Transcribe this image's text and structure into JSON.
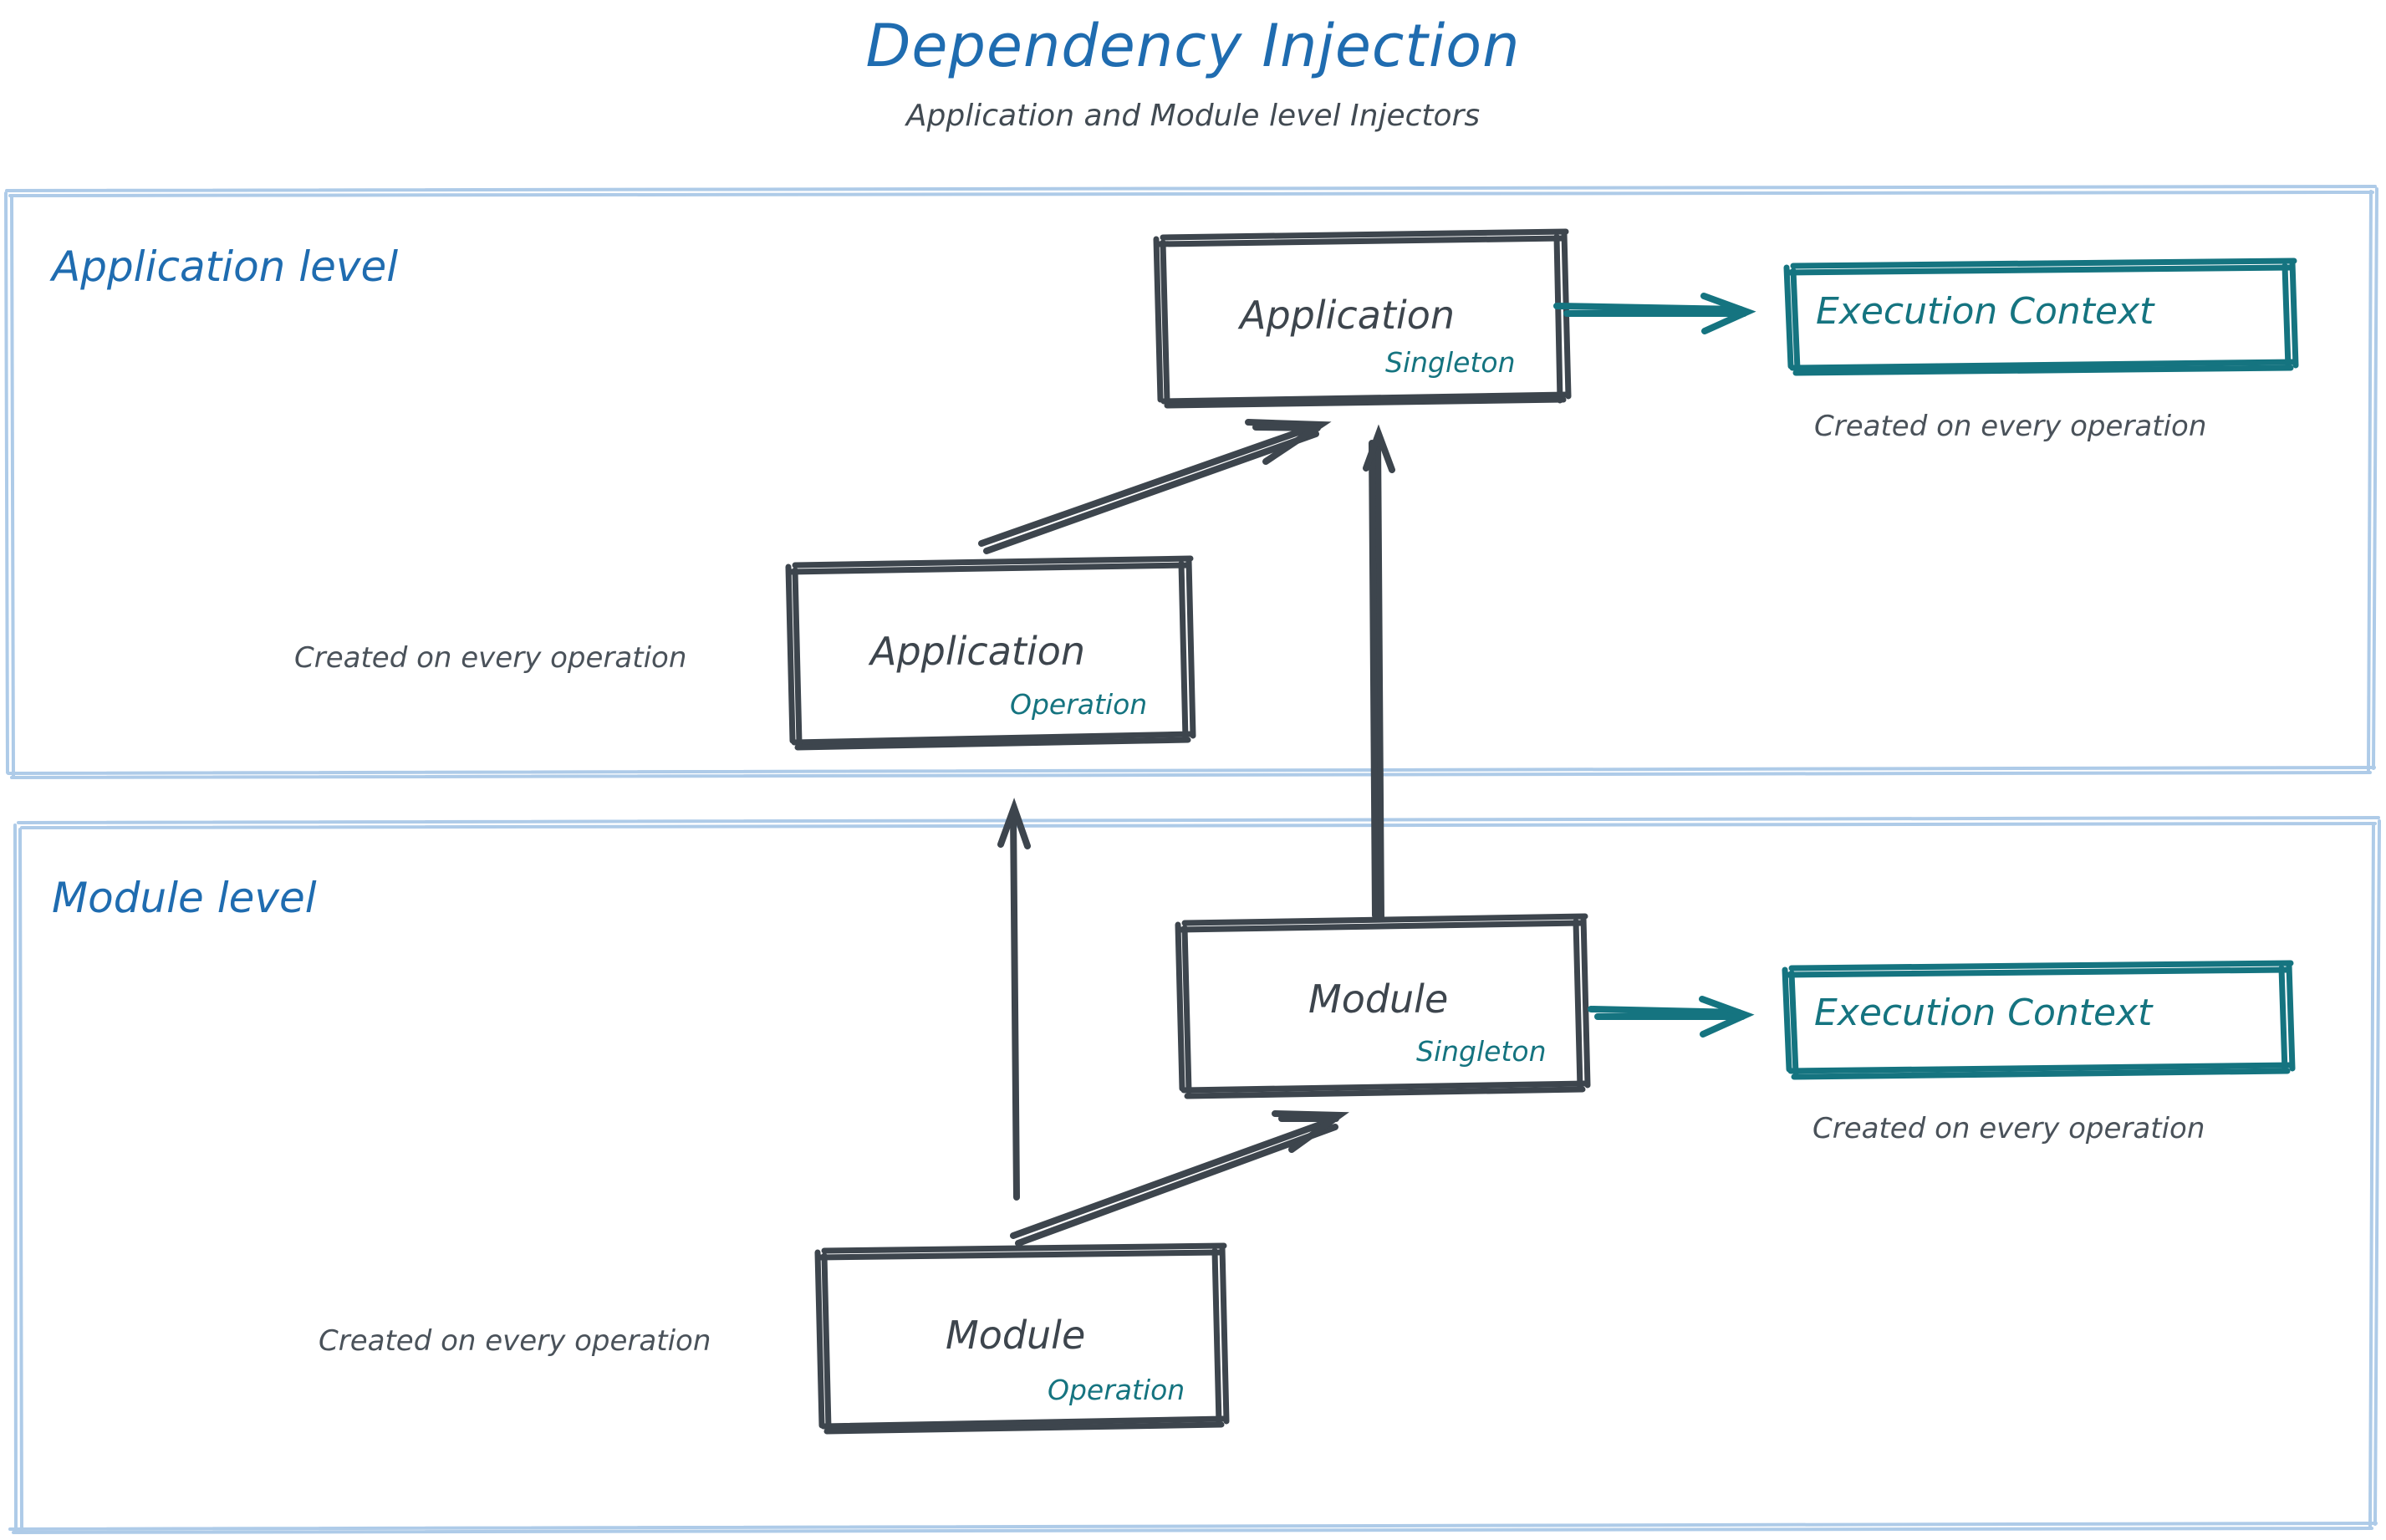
{
  "header": {
    "title": "Dependency Injection",
    "subtitle": "Application and Module level Injectors"
  },
  "colors": {
    "title_blue": "#1f6cb0",
    "panel_border_blue": "#aecbe8",
    "ink_dark": "#3d454d",
    "teal": "#157480",
    "caption_gray": "#4a525a",
    "background": "#ffffff"
  },
  "panels": [
    {
      "id": "application-level",
      "label": "Application level",
      "nodes": [
        {
          "id": "application-singleton",
          "title": "Application",
          "tag": "Singleton",
          "style": "dark-box"
        },
        {
          "id": "application-execution-context",
          "title": "Execution Context",
          "style": "teal-box",
          "caption": "Created on every operation"
        },
        {
          "id": "application-operation",
          "title": "Application",
          "tag": "Operation",
          "style": "dark-box",
          "caption": "Created on every operation"
        }
      ],
      "edges": [
        {
          "id": "app-operation-to-app-singleton",
          "kind": "double-diagonal-arrow",
          "color": "#3d454d"
        },
        {
          "id": "app-singleton-to-execution-context",
          "kind": "double-horizontal-arrow",
          "color": "#157480"
        }
      ]
    },
    {
      "id": "module-level",
      "label": "Module level",
      "nodes": [
        {
          "id": "module-singleton",
          "title": "Module",
          "tag": "Singleton",
          "style": "dark-box"
        },
        {
          "id": "module-execution-context",
          "title": "Execution Context",
          "style": "teal-box",
          "caption": "Created on every operation"
        },
        {
          "id": "module-operation",
          "title": "Module",
          "tag": "Operation",
          "style": "dark-box",
          "caption": "Created on every operation"
        }
      ],
      "edges": [
        {
          "id": "module-operation-to-module-singleton",
          "kind": "double-diagonal-arrow",
          "color": "#3d454d"
        },
        {
          "id": "module-singleton-to-execution-context",
          "kind": "double-horizontal-arrow",
          "color": "#157480"
        },
        {
          "id": "module-singleton-to-application-singleton",
          "kind": "long-vertical-arrow",
          "color": "#3d454d"
        },
        {
          "id": "module-operation-to-application-operation",
          "kind": "long-vertical-arrow",
          "color": "#3d454d"
        }
      ]
    }
  ],
  "captions": {
    "app_exec_ctx": "Created on every operation",
    "app_operation": "Created on every operation",
    "module_exec_ctx": "Created on every operation",
    "module_operation": "Created on every operation"
  }
}
